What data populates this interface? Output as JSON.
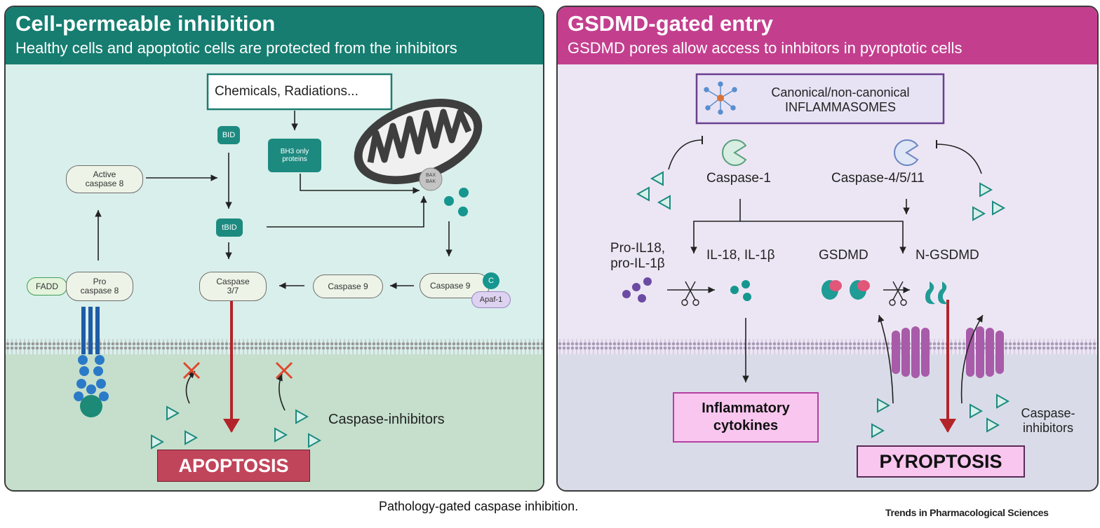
{
  "left": {
    "title": "Cell-permeable inhibition",
    "subtitle": "Healthy cells and apoptotic cells are protected from the inhibitors",
    "trigger_box": "Chemicals, Radiations...",
    "bid": "BID",
    "bh3": "BH3 only\nproteins",
    "bax_bak": "BAX\nBAK",
    "active_casp8": "Active\ncaspase 8",
    "tbid": "tBID",
    "fadd": "FADD",
    "pro_casp8": "Pro\ncaspase 8",
    "casp37": "Caspase\n3/7",
    "casp9": "Caspase 9",
    "casp9_complex": "Caspase 9",
    "cyt_c": "C",
    "apaf1": "Apaf-1",
    "inhibitors_label": "Caspase-inhibitors",
    "outcome": "APOPTOSIS"
  },
  "right": {
    "title": "GSDMD-gated entry",
    "subtitle": "GSDMD pores allow access to inhbitors in pyroptotic cells",
    "inflammasome": "Canonical/non-canonical\nINFLAMMASOMES",
    "casp1": "Caspase-1",
    "casp4511": "Caspase-4/5/11",
    "pro_il": "Pro-IL18,\npro-IL-1β",
    "il": "IL-18, IL-1β",
    "gsdmd": "GSDMD",
    "n_gsdmd": "N-GSDMD",
    "cytokines": "Inflammatory\ncytokines",
    "inhibitors_label": "Caspase-\ninhibitors",
    "outcome": "PYROPTOSIS"
  },
  "caption": "Pathology-gated caspase inhibition.",
  "journal": "Trends in Pharmacological Sciences",
  "colors": {
    "teal_header": "#167d70",
    "magenta_header": "#c33f8e",
    "apoptosis_label": "#c1455a",
    "pyroptosis_label": "#f8c6ef",
    "arrow_red": "#b3242a"
  }
}
